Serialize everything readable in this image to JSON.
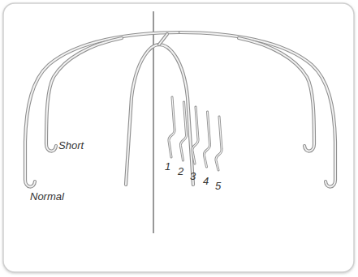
{
  "diagram": {
    "labels": [
      "Short",
      "Normal",
      "1",
      "2",
      "3",
      "4",
      "5"
    ]
  }
}
